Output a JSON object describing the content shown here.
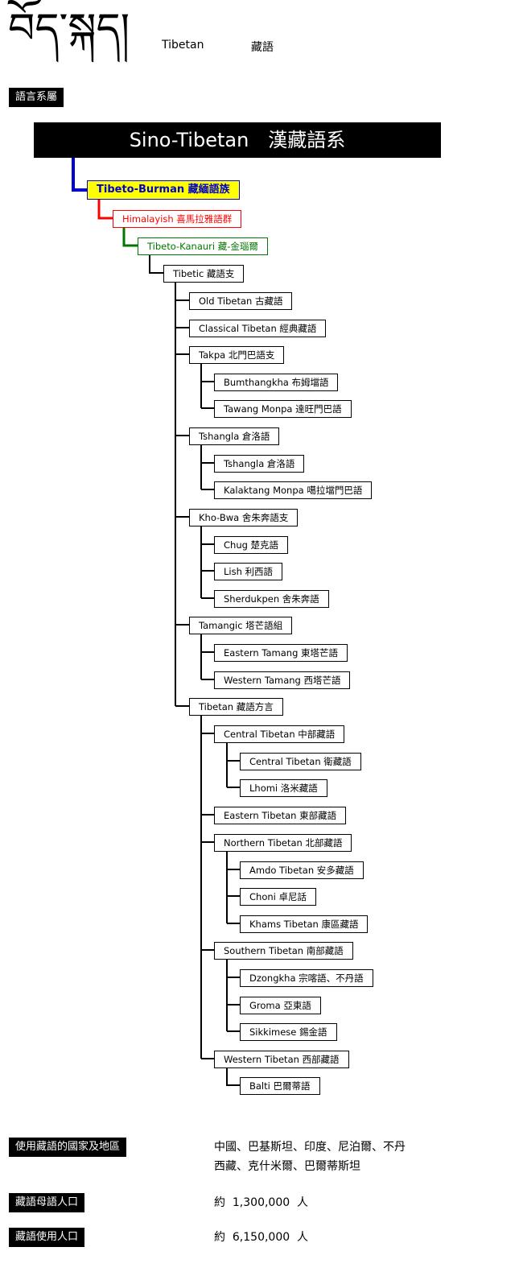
{
  "header": {
    "tibetan_script": "བོད་སྐད།",
    "english_name": "Tibetan",
    "chinese_name": "藏語"
  },
  "section_label": "語言系屬",
  "tree": {
    "root": "Sino-Tibetan　漢藏語系",
    "nodes": {
      "tibeto_burman": "Tibeto-Burman 藏緬語族",
      "himalayish": "Himalayish 喜馬拉雅語群",
      "tibeto_kanauri": "Tibeto-Kanauri 藏-金瑙爾",
      "tibetic": "Tibetic 藏語支",
      "old_tibetan": "Old Tibetan 古藏語",
      "classical_tibetan": "Classical Tibetan 經典藏語",
      "takpa": "Takpa 北門巴語支",
      "bumthangkha": "Bumthangkha 布姆壋語",
      "tawang_monpa": "Tawang Monpa 達旺門巴語",
      "tshangla_group": "Tshangla 倉洛語",
      "tshangla": "Tshangla 倉洛語",
      "kalaktang_monpa": "Kalaktang Monpa 噶拉壋門巴語",
      "kho_bwa": "Kho-Bwa 舍朱奔語支",
      "chug": "Chug 楚克語",
      "lish": "Lish 利西語",
      "sherdukpen": "Sherdukpen 舍朱奔語",
      "tamangic": "Tamangic 塔芒語組",
      "eastern_tamang": "Eastern Tamang 東塔芒語",
      "western_tamang": "Western Tamang 西塔芒語",
      "tibetan_dialects": "Tibetan 藏語方言",
      "central_tibetan": "Central Tibetan 中部藏語",
      "central_tibetan_u": "Central Tibetan 衛藏語",
      "lhomi": "Lhomi 洛米藏語",
      "eastern_tibetan": "Eastern Tibetan 東部藏語",
      "northern_tibetan": "Northern Tibetan 北部藏語",
      "amdo_tibetan": "Amdo Tibetan 安多藏語",
      "choni": "Choni 卓尼話",
      "khams_tibetan": "Khams Tibetan 康區藏語",
      "southern_tibetan": "Southern Tibetan 南部藏語",
      "dzongkha": "Dzongkha 宗喀語、不丹語",
      "groma": "Groma 亞東語",
      "sikkimese": "Sikkimese 錫金語",
      "western_tibetan": "Western Tibetan 西部藏語",
      "balti": "Balti 巴爾蒂語"
    }
  },
  "info": {
    "regions": {
      "label": "使用藏語的國家及地區",
      "line1": "中國、巴基斯坦、印度、尼泊爾、不丹",
      "line2": "西藏、克什米爾、巴爾蒂斯坦"
    },
    "native": {
      "label": "藏語母語人口",
      "value": "約  1,300,000  人"
    },
    "speakers": {
      "label": "藏語使用人口",
      "value": "約  6,150,000  人"
    }
  },
  "colors": {
    "level1_border": "#0000cc",
    "level1_fill": "#ffff00",
    "level2": "#ff0000",
    "level3": "#007700",
    "root_fill": "#000000"
  }
}
